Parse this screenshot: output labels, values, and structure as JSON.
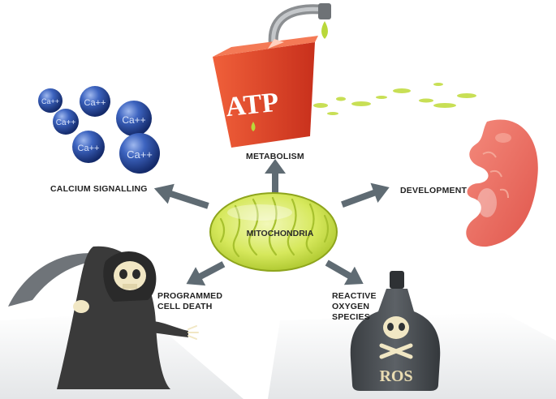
{
  "center": {
    "label": "MITOCHONDRIA"
  },
  "branches": {
    "metabolism": {
      "label": "METABOLISM"
    },
    "calcium": {
      "label": "CALCIUM SIGNALLING"
    },
    "development": {
      "label": "DEVELOPMENT"
    },
    "death": {
      "label_line1": "PROGRAMMED",
      "label_line2": "CELL DEATH"
    },
    "ros": {
      "label_line1": "REACTIVE",
      "label_line2": "OXYGEN",
      "label_line3": "SPECIES"
    }
  },
  "illustrations": {
    "atp_can_text": "ATP",
    "ros_bottle_text": "ROS",
    "calcium_ball_text": "Ca++"
  },
  "colors": {
    "mito_fill": "#c6dd3c",
    "arrow": "#5f6b73",
    "atp_can": "#e8452a",
    "ca_ball": "#2a4fa8",
    "embryo": "#ea6a5e",
    "reaper_robe": "#3a3a3a",
    "ros_bottle": "#4a4e52",
    "green_drop": "#b9d83a"
  }
}
